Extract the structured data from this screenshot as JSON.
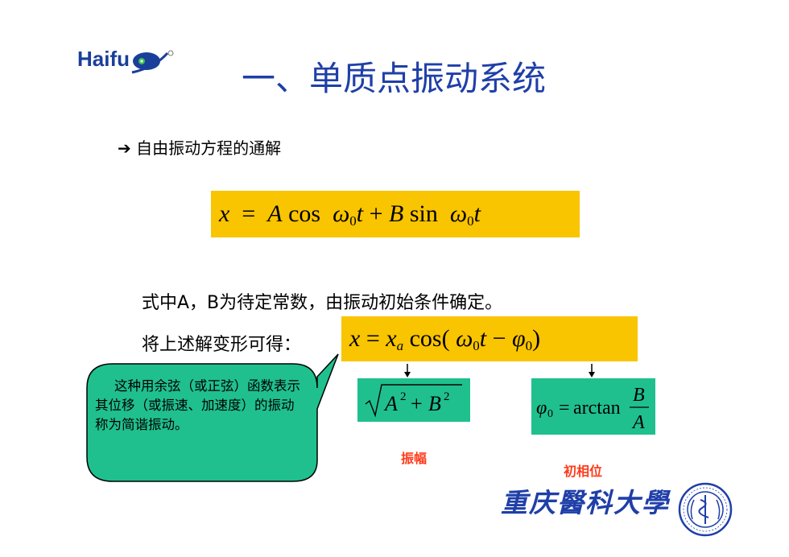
{
  "logo": {
    "text": "Haifu"
  },
  "title": "一、单质点振动系统",
  "bullet": {
    "arrow": "➔",
    "text": "自由振动方程的通解"
  },
  "note1": "式中A，B为待定常数，由振动初始条件确定。",
  "note2": "将上述解变形可得：",
  "callout": {
    "text": "这种用余弦（或正弦）函数表示其位移（或振速、加速度）的振动称为简谐振动。"
  },
  "amplitude_label": "振幅",
  "phase_label": "初相位",
  "university": "重庆醫科大學",
  "colors": {
    "title": "#1f3fa8",
    "formula_bg": "#f9c400",
    "box_green": "#1fc08e",
    "label_red": "#ff3b1a"
  }
}
